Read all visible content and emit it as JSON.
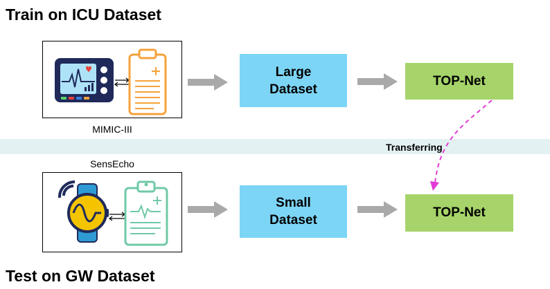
{
  "top_section": {
    "title": "Train on ICU Dataset",
    "source_caption": "MIMIC-III",
    "dataset_label_line1": "Large",
    "dataset_label_line2": "Dataset",
    "model_label": "TOP-Net"
  },
  "bottom_section": {
    "title": "Test on GW Dataset",
    "source_caption": "SensEcho",
    "dataset_label_line1": "Small",
    "dataset_label_line2": "Dataset",
    "model_label": "TOP-Net"
  },
  "transfer": {
    "label": "Transferring",
    "color": "#e23ad6"
  },
  "colors": {
    "band": "#e3f1f3",
    "dataset_box": "#7dd5f6",
    "model_box": "#a6d46a",
    "flow_arrow": "#a9a9a9",
    "clipboard_orange": "#f6a13a",
    "clipboard_green": "#6fc9a6",
    "monitor_navy": "#1f2a5a",
    "monitor_screen": "#aee3f7",
    "watch_yellow": "#f5c400"
  },
  "icons": [
    "medical-monitor-icon",
    "orange-clipboard-icon",
    "smartwatch-icon",
    "green-clipboard-icon",
    "exchange-arrows-icon"
  ]
}
